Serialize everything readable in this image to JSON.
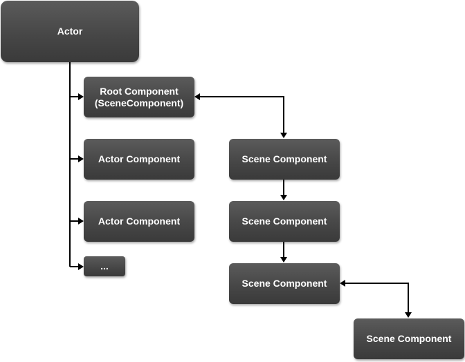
{
  "diagram": {
    "nodes": {
      "actor": "Actor",
      "root_component": "Root Component\n(SceneComponent)",
      "actor_component_1": "Actor Component",
      "actor_component_2": "Actor Component",
      "ellipsis": "...",
      "scene_component_1": "Scene Component",
      "scene_component_2": "Scene Component",
      "scene_component_3": "Scene Component",
      "scene_component_4": "Scene Component"
    },
    "colors": {
      "node_fill": "#474747",
      "node_text": "#ffffff",
      "connector": "#000000"
    }
  }
}
